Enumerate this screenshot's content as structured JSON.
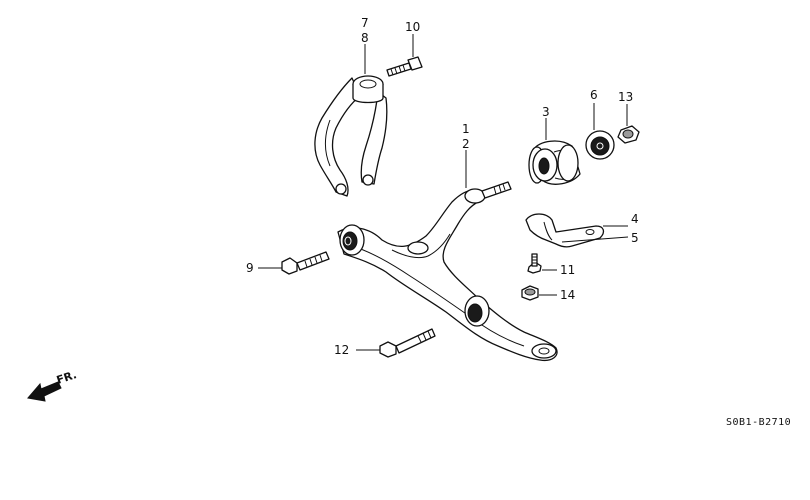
{
  "callouts": [
    "1",
    "2",
    "3",
    "4",
    "5",
    "6",
    "7",
    "8",
    "9",
    "10",
    "11",
    "12",
    "13",
    "14"
  ],
  "direction_label": "FR.",
  "diagram_code": "S0B1-B2710"
}
